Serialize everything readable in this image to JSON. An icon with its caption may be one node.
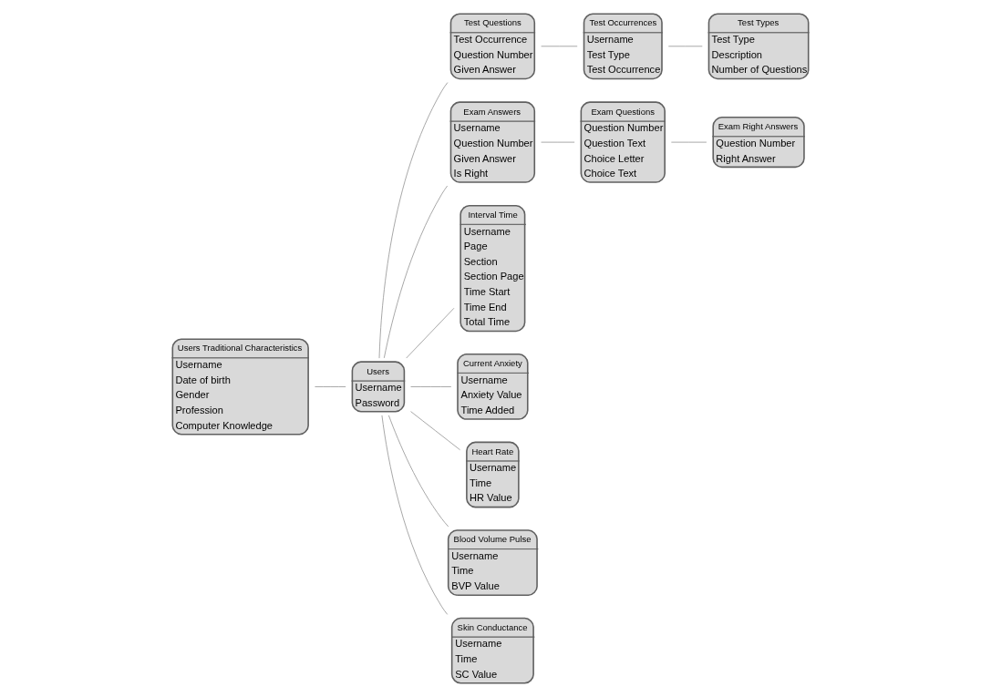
{
  "diagram": {
    "nodes": [
      {
        "text": [
          "Users Traditional Characteristics",
          "Username",
          "Date of birth",
          "Gender",
          "Profession",
          "Computer Knowledge"
        ]
      },
      {
        "text": [
          "Users",
          "Username",
          "Password"
        ]
      },
      {
        "text": [
          "Test Questions",
          "Test Occurrence",
          "Question Number",
          "Given Answer"
        ]
      },
      {
        "text": [
          "Test Occurrences",
          "Username",
          "Test Type",
          "Test Occurrence"
        ]
      },
      {
        "text": [
          "Test Types",
          "Test Type",
          "Description",
          "Number of Questions"
        ]
      },
      {
        "text": [
          "Exam Answers",
          "Username",
          "Question Number",
          "Given Answer",
          "Is Right"
        ]
      },
      {
        "text": [
          "Exam Questions",
          "Question Number",
          "Question Text",
          "Choice Letter",
          "Choice Text"
        ]
      },
      {
        "text": [
          "Exam Right Answers",
          "Question Number",
          "Right Answer"
        ]
      },
      {
        "text": [
          "Interval Time",
          "Username",
          "Page",
          "Section",
          "Section Page",
          "Time Start",
          "Time End",
          "Total Time"
        ]
      },
      {
        "text": [
          "Current Anxiety",
          "Username",
          "Anxiety Value",
          "Time Added"
        ]
      },
      {
        "text": [
          "Heart Rate",
          "Username",
          "Time",
          "HR Value"
        ]
      },
      {
        "text": [
          "Blood Volume Pulse",
          "Username",
          "Time",
          "BVP Value"
        ]
      },
      {
        "text": [
          "Skin Conductance",
          "Username",
          "Time",
          "SC Value"
        ]
      }
    ],
    "edges": [
      {
        "from": 0,
        "to": 1,
        "arrow": "none"
      },
      {
        "from": 1,
        "to": 2,
        "arrow": "none"
      },
      {
        "from": 2,
        "to": 3,
        "arrow": "none"
      },
      {
        "from": 3,
        "to": 4,
        "arrow": "none"
      },
      {
        "from": 1,
        "to": 5,
        "arrow": "none"
      },
      {
        "from": 5,
        "to": 6,
        "arrow": "none"
      },
      {
        "from": 6,
        "to": 7,
        "arrow": "none"
      },
      {
        "from": 1,
        "to": 8,
        "arrow": "none"
      },
      {
        "from": 1,
        "to": 9,
        "arrow": "none"
      },
      {
        "from": 1,
        "to": 10,
        "arrow": "none"
      },
      {
        "from": 1,
        "to": 11,
        "arrow": "none"
      },
      {
        "from": 1,
        "to": 12,
        "arrow": "none"
      }
    ]
  }
}
